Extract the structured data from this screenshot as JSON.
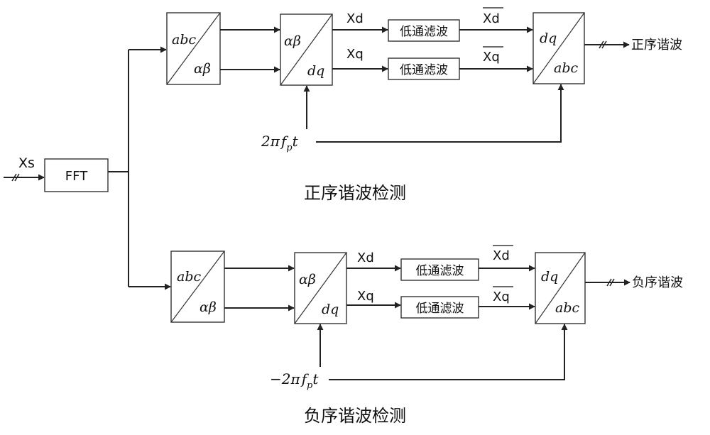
{
  "input": {
    "label": "Xs",
    "fft_label": "FFT"
  },
  "positive": {
    "title": "正序谐波检测",
    "block1": {
      "top": "abc",
      "bottom": "αβ"
    },
    "block2": {
      "top": "αβ",
      "bottom": "dq"
    },
    "block3": {
      "top": "dq",
      "bottom": "abc"
    },
    "signal_d": "Xd",
    "signal_q": "Xq",
    "filter_d": "低通滤波",
    "filter_q": "低通滤波",
    "filtered_d": "Xd",
    "filtered_q": "Xq",
    "angle_coef": "2π",
    "angle_f": "f",
    "angle_sub": "p",
    "angle_t": "t",
    "output": "正序谐波"
  },
  "negative": {
    "title": "负序谐波检测",
    "block1": {
      "top": "abc",
      "bottom": "αβ"
    },
    "block2": {
      "top": "αβ",
      "bottom": "dq"
    },
    "block3": {
      "top": "dq",
      "bottom": "abc"
    },
    "signal_d": "Xd",
    "signal_q": "Xq",
    "filter_d": "低通滤波",
    "filter_q": "低通滤波",
    "filtered_d": "Xd",
    "filtered_q": "Xq",
    "angle_coef": "−2π",
    "angle_f": "f",
    "angle_sub": "p",
    "angle_t": "t",
    "output": "负序谐波"
  }
}
